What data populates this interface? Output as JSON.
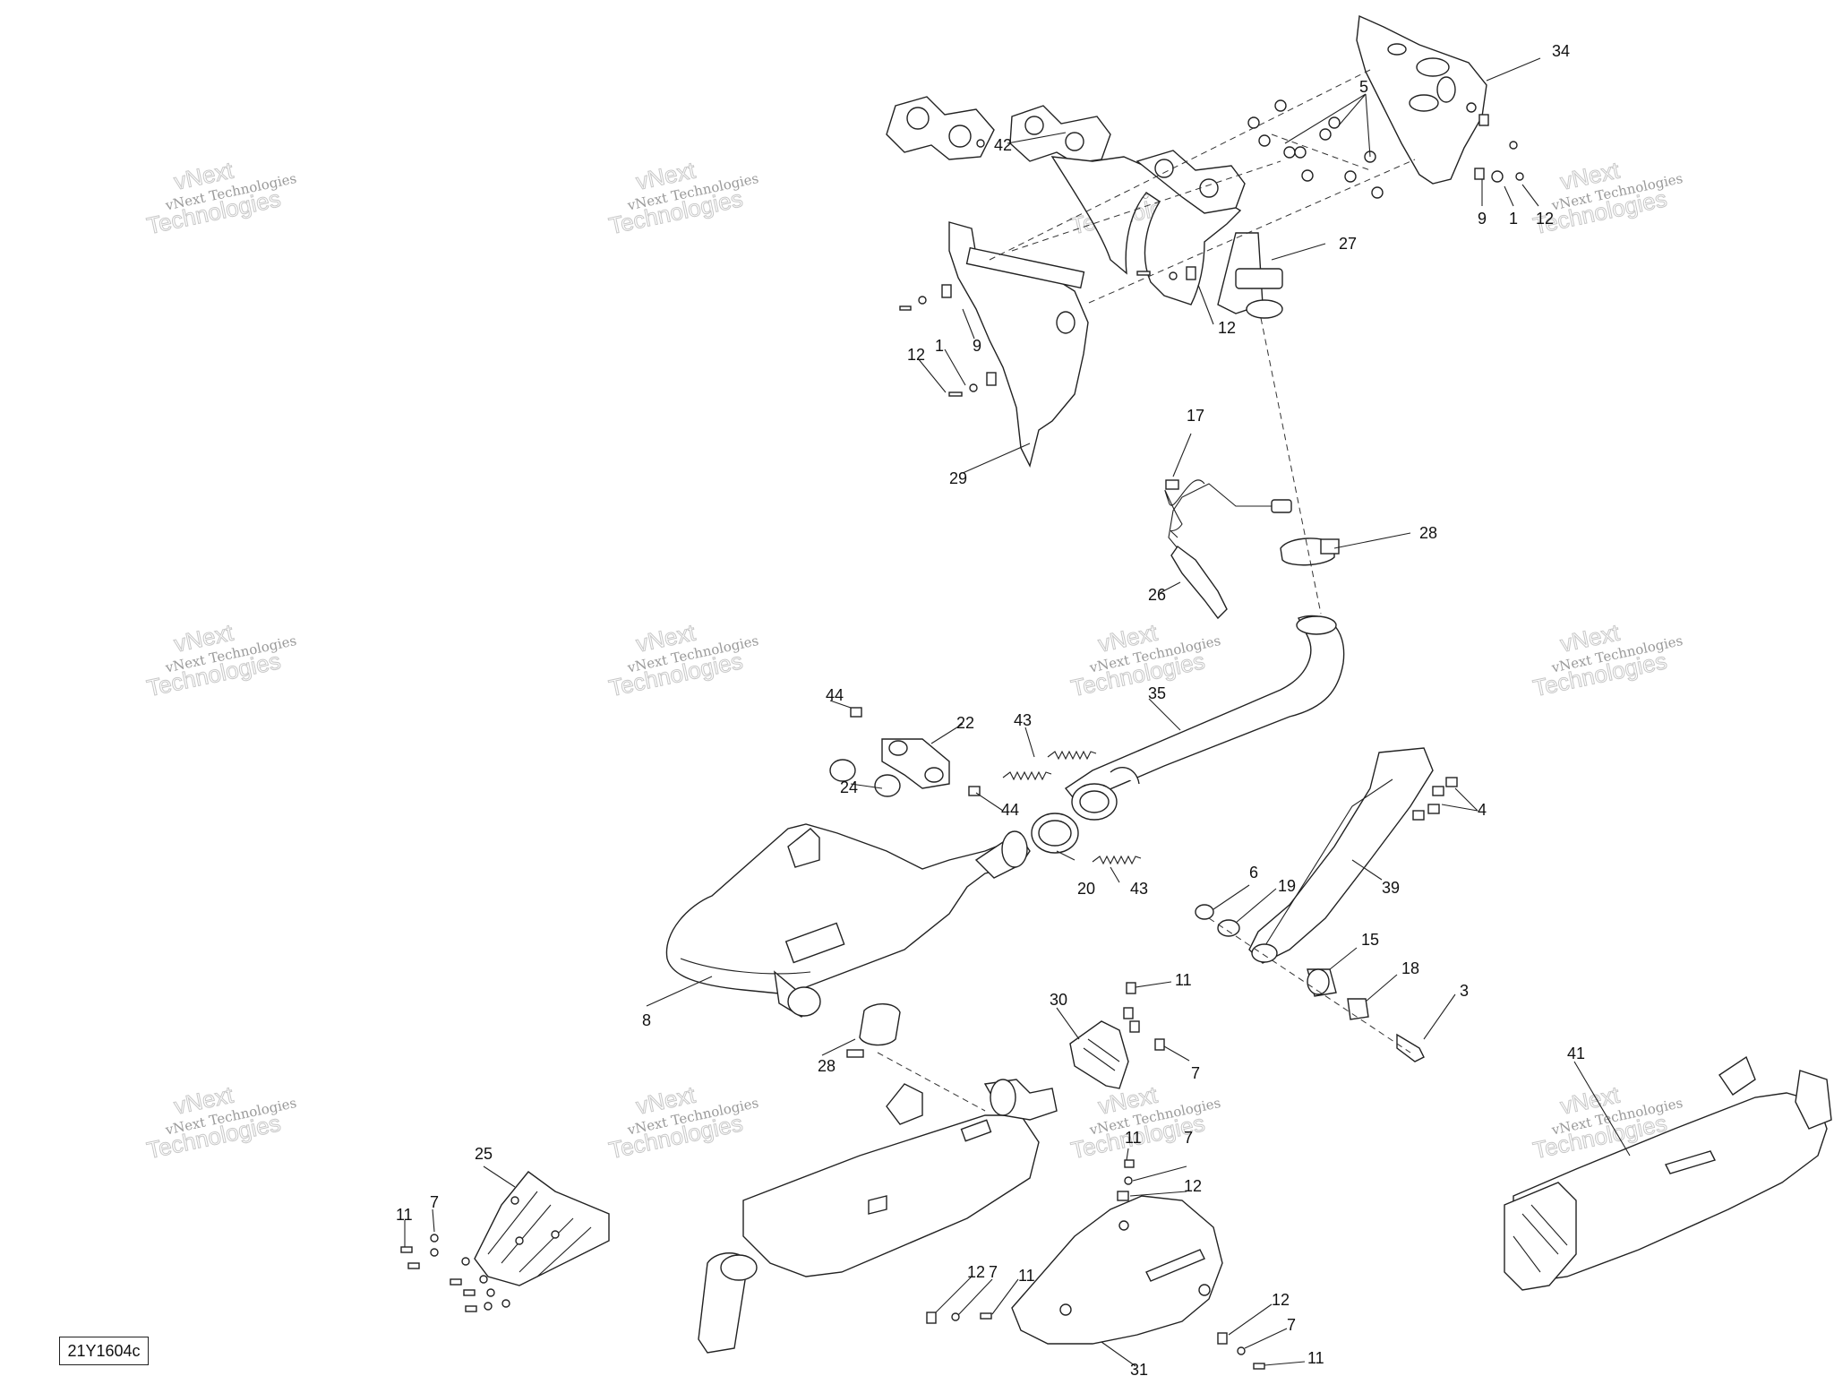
{
  "diagram_code": "21Y1604c",
  "watermark": {
    "line1": "vNext Technologies",
    "line2": "vNext",
    "line3": "Technologies"
  },
  "callouts": [
    "34",
    "5",
    "42",
    "27",
    "12",
    "9",
    "1",
    "12",
    "9",
    "1",
    "12",
    "29",
    "17",
    "28",
    "26",
    "35",
    "44",
    "22",
    "43",
    "24",
    "44",
    "20",
    "43",
    "4",
    "6",
    "19",
    "39",
    "15",
    "18",
    "3",
    "8",
    "11",
    "30",
    "7",
    "28",
    "41",
    "25",
    "11",
    "7",
    "11",
    "7",
    "12",
    "12",
    "7",
    "11",
    "12",
    "7",
    "11",
    "31"
  ]
}
